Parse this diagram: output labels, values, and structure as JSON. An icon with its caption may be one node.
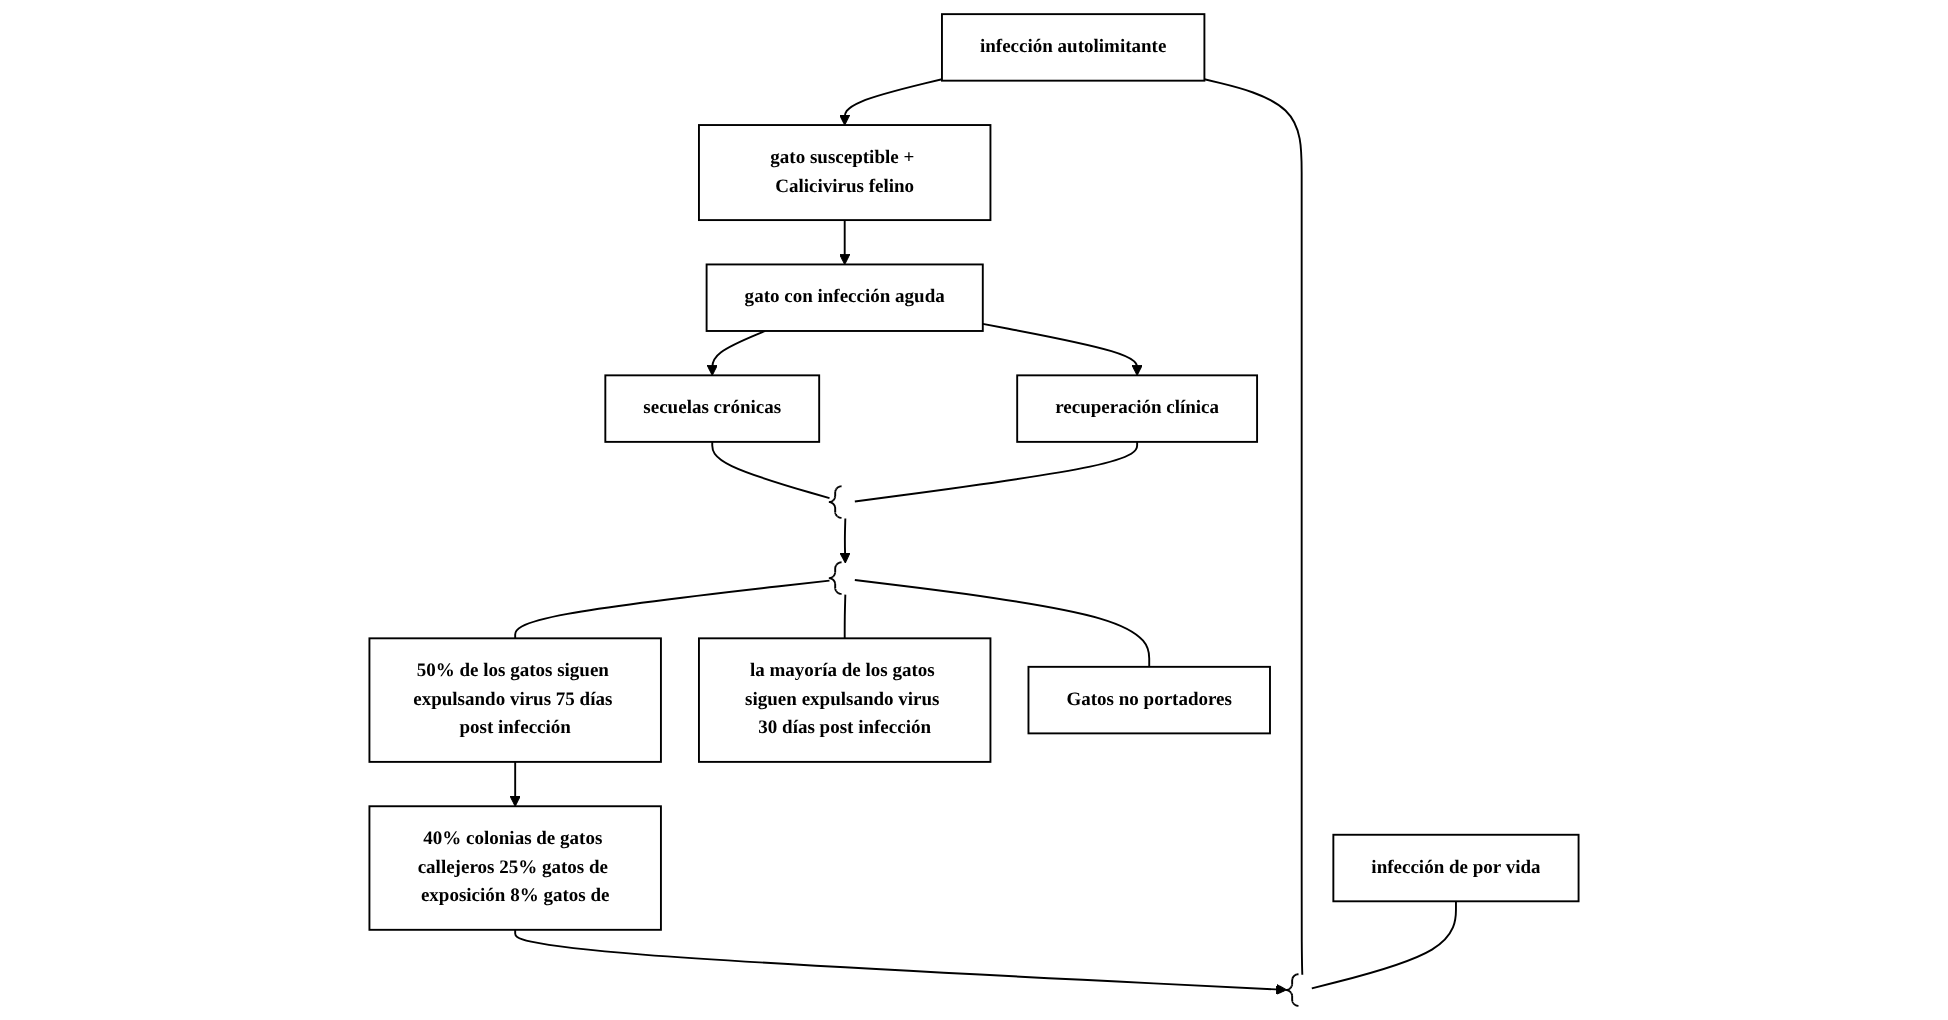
{
  "diagram": {
    "nodes": [
      {
        "text": [
          "gato susceptible + Calicivirus felino"
        ]
      },
      {
        "text": [
          "infección autolimitante"
        ]
      },
      {
        "text": [
          "infección de por vida"
        ]
      },
      {
        "text": [
          "gato con infección aguda"
        ]
      },
      {
        "text": [],
        "shape": "brace"
      },
      {
        "text": [
          "secuelas crónicas"
        ]
      },
      {
        "text": [
          "recuperación clínica"
        ]
      },
      {
        "text": [
          "40% colonias de gatos callejeros 25% gatos de exposición 8% gatos de"
        ]
      },
      {
        "text": [],
        "shape": "brace"
      },
      {
        "text": [],
        "shape": "brace"
      },
      {
        "text": [
          "50% de los gatos siguen expulsando virus 75 días post infección"
        ]
      },
      {
        "text": [
          "la mayoría de los gatos siguen expulsando virus 30 días post infección"
        ]
      },
      {
        "text": [
          "Gatos no portadores"
        ]
      }
    ],
    "edges": [
      {
        "from": 1,
        "to": 0,
        "arrow": "to"
      },
      {
        "from": 0,
        "to": 3,
        "arrow": "to"
      },
      {
        "from": 3,
        "to": 5,
        "arrow": "to"
      },
      {
        "from": 3,
        "to": 6,
        "arrow": "to"
      },
      {
        "from": 5,
        "to": 8,
        "arrow": "none"
      },
      {
        "from": 6,
        "to": 8,
        "arrow": "none"
      },
      {
        "from": 8,
        "to": 9,
        "arrow": "to"
      },
      {
        "from": 9,
        "to": 10,
        "arrow": "none"
      },
      {
        "from": 9,
        "to": 11,
        "arrow": "none"
      },
      {
        "from": 9,
        "to": 12,
        "arrow": "none"
      },
      {
        "from": 10,
        "to": 7,
        "arrow": "to"
      },
      {
        "from": 7,
        "to": 4,
        "arrow": "to"
      },
      {
        "from": 1,
        "to": 4,
        "arrow": "none"
      },
      {
        "from": 2,
        "to": 4,
        "arrow": "none"
      }
    ]
  }
}
